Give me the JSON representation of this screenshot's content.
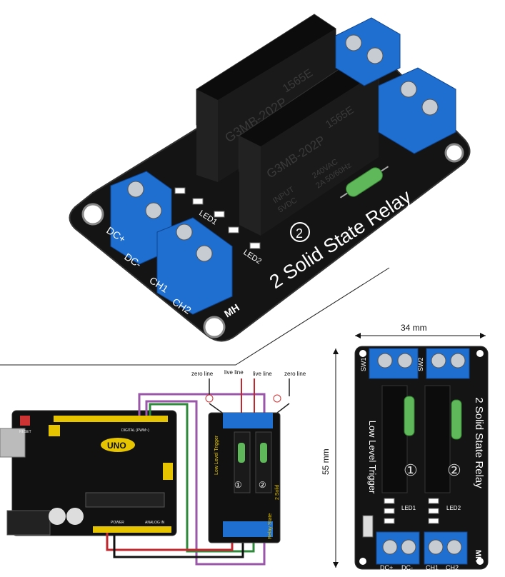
{
  "top_board": {
    "relay1_model": "G3MB-202P",
    "relay1_code": "1565E",
    "relay2_model": "G3MB-202P",
    "relay2_code": "1565E",
    "relay_spec_input": "INPUT",
    "relay_spec_v": "5VDC",
    "relay_spec_out": "240VAC",
    "relay_spec_a": "2A 50/60Hz",
    "title": "2 Solid State Relay",
    "circle_number": "2",
    "pins": [
      "DC+",
      "DC-",
      "CH1",
      "CH2"
    ],
    "led1": "LED1",
    "led2": "LED2",
    "brand": "MH"
  },
  "wiring": {
    "line_labels": [
      "zero line",
      "live line",
      "live line",
      "zero line"
    ],
    "arduino_label": "UNO",
    "arduino_reset": "RESET",
    "arduino_digital": "DIGITAL (PWM~)",
    "arduino_power": "POWER",
    "arduino_analog": "ANALOG IN",
    "small_board_text": "Low Level Trigger",
    "small_board_text2": "Relay State",
    "small_board_text3": "2 Solid",
    "circle_1": "①",
    "circle_2": "②"
  },
  "dims": {
    "width_label": "34 mm",
    "height_label": "55 mm"
  },
  "front_board": {
    "sw1": "SW1",
    "sw2": "SW2",
    "low_level": "Low  Level  Trigger",
    "title": "2 Solid State Relay",
    "circle_1": "①",
    "circle_2": "②",
    "led1": "LED1",
    "led2": "LED2",
    "pins": [
      "DC+",
      "DC-",
      "CH1",
      "CH2"
    ],
    "brand": "MH"
  }
}
